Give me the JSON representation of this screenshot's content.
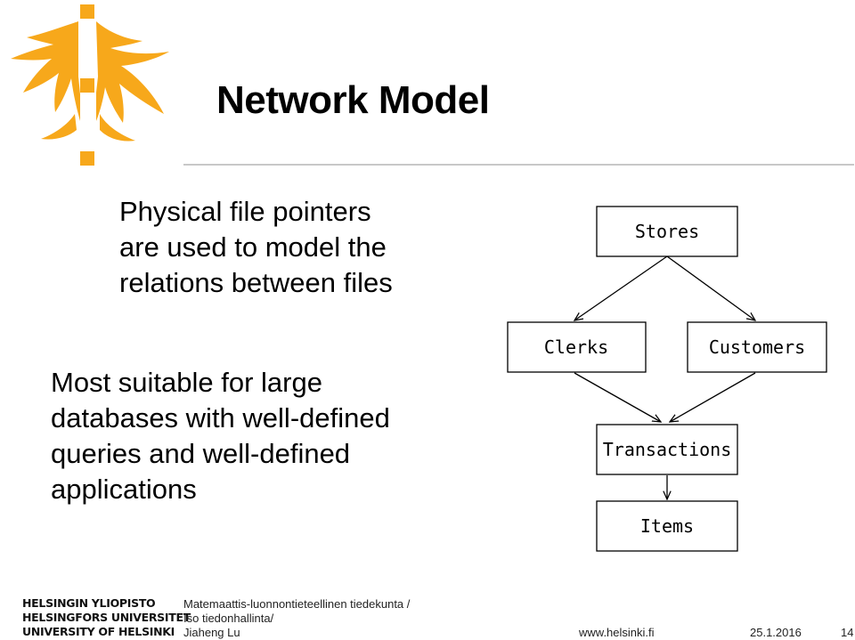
{
  "slide": {
    "title": "Network Model",
    "para1": [
      "Physical file pointers",
      "are used to model the",
      "relations between files"
    ],
    "para2": [
      "Most suitable for large",
      "databases with well-defined",
      "queries and well-defined",
      "applications"
    ]
  },
  "diagram": {
    "nodes": [
      "Stores",
      "Clerks",
      "Customers",
      "Transactions",
      "Items"
    ]
  },
  "footer": {
    "university": [
      "HELSINGIN YLIOPISTO",
      "HELSINGFORS UNIVERSITET",
      "UNIVERSITY OF HELSINKI"
    ],
    "faculty": [
      "Matemaattis-luonnontieteellinen tiedekunta /",
      "Iso tiedonhallinta/",
      "Jiaheng Lu"
    ],
    "website": "www.helsinki.fi",
    "date": "25.1.2016",
    "page": "14"
  },
  "colors": {
    "logo": "#f7a81b",
    "rule": "#c8c8c8"
  }
}
